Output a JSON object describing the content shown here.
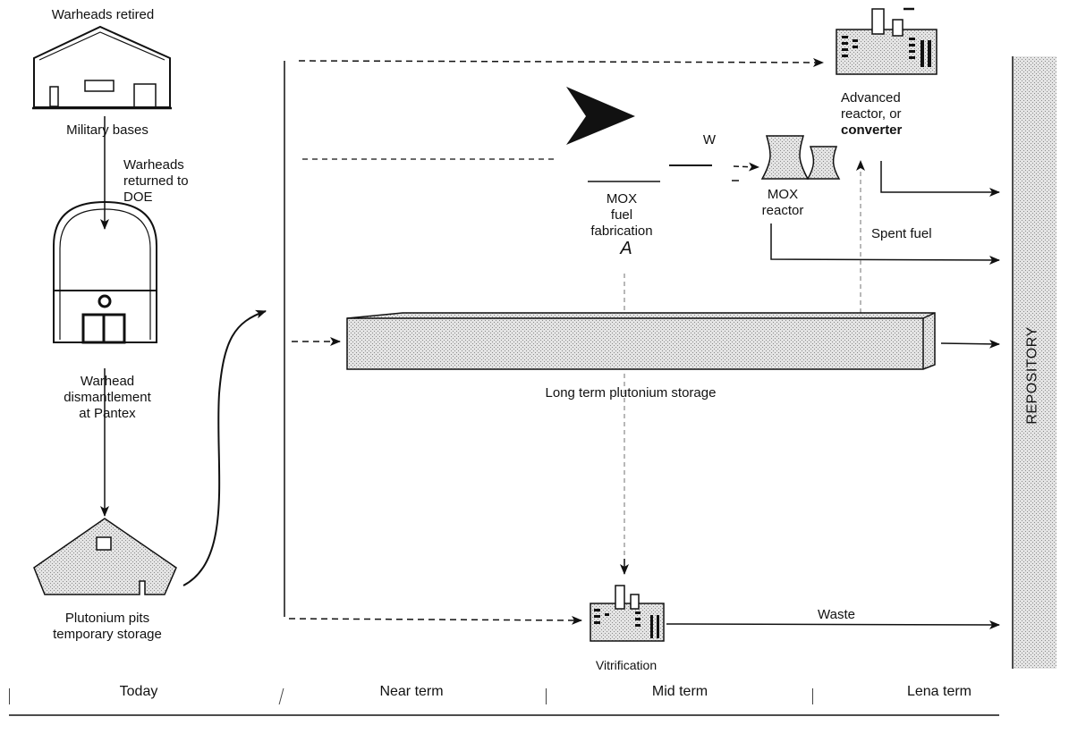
{
  "nodes": {
    "warheads_retired": "Warheads retired",
    "military_bases": "Military bases",
    "warheads_returned": [
      "Warheads",
      "returned to",
      "DOE"
    ],
    "dismantlement": [
      "Warhead",
      "dismantlement",
      "at Pantex"
    ],
    "pits_storage": [
      "Plutonium pits",
      "temporary storage"
    ],
    "storage": "Long term plutonium storage",
    "mox_fab": [
      "MOX",
      "fuel",
      "fabrication"
    ],
    "mox_fab_letter": "A",
    "w_label": "W",
    "mox_reactor": [
      "MOX",
      "reactor"
    ],
    "advanced_reactor": [
      "Advanced",
      "reactor, or",
      "converter"
    ],
    "spent_fuel": "Spent  fuel",
    "vitrification": "Vitrification",
    "waste": "Waste",
    "repository": "REPOSITORY"
  },
  "timeline": {
    "today": "Today",
    "near": "Near term",
    "mid": "Mid term",
    "long": "Lena term"
  }
}
